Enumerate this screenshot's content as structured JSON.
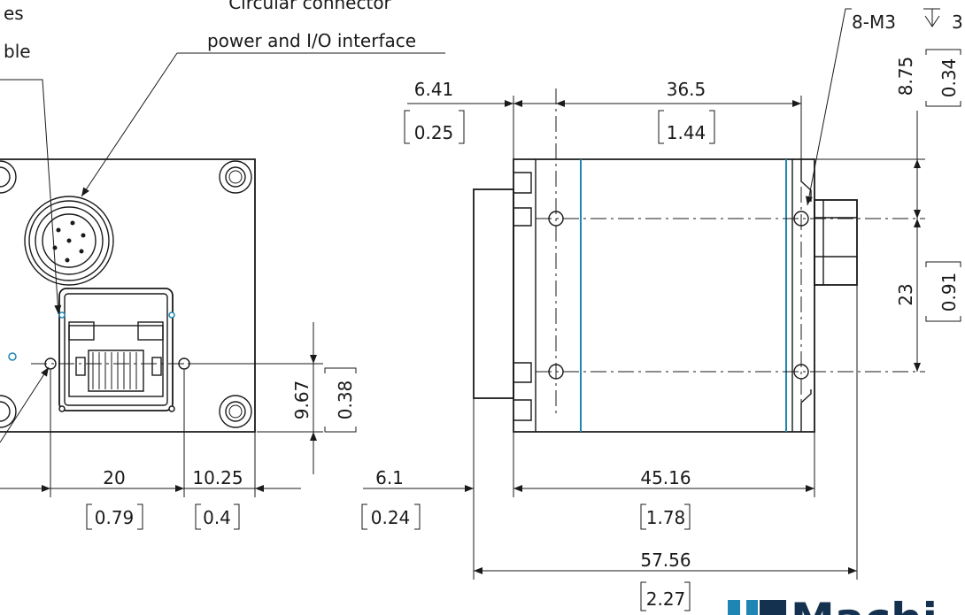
{
  "notes": {
    "holes_label_fragment": "es",
    "cable_label_fragment": "ble",
    "connector_line1": "Circular connector",
    "connector_line2": "power and I/O interface",
    "thread_spec": "8-M3",
    "thread_depth_fragment": "3"
  },
  "front_view": {
    "dim_20": "20",
    "dim_20_in": "0.79",
    "dim_10_25": "10.25",
    "dim_10_25_in": "0.4",
    "dim_9_67": "9.67",
    "dim_9_67_in": "0.38"
  },
  "side_view": {
    "dim_6_41": "6.41",
    "dim_6_41_in": "0.25",
    "dim_36_5": "36.5",
    "dim_36_5_in": "1.44",
    "dim_8_75": "8.75",
    "dim_8_75_in": "0.34",
    "dim_23": "23",
    "dim_23_in": "0.91",
    "dim_6_1": "6.1",
    "dim_6_1_in": "0.24",
    "dim_45_16": "45.16",
    "dim_45_16_in": "1.78",
    "dim_57_56": "57.56",
    "dim_57_56_in": "2.27"
  },
  "logo": {
    "text_fragment": "Machi",
    "color": "#14324f",
    "accent": "#1f86b3"
  }
}
